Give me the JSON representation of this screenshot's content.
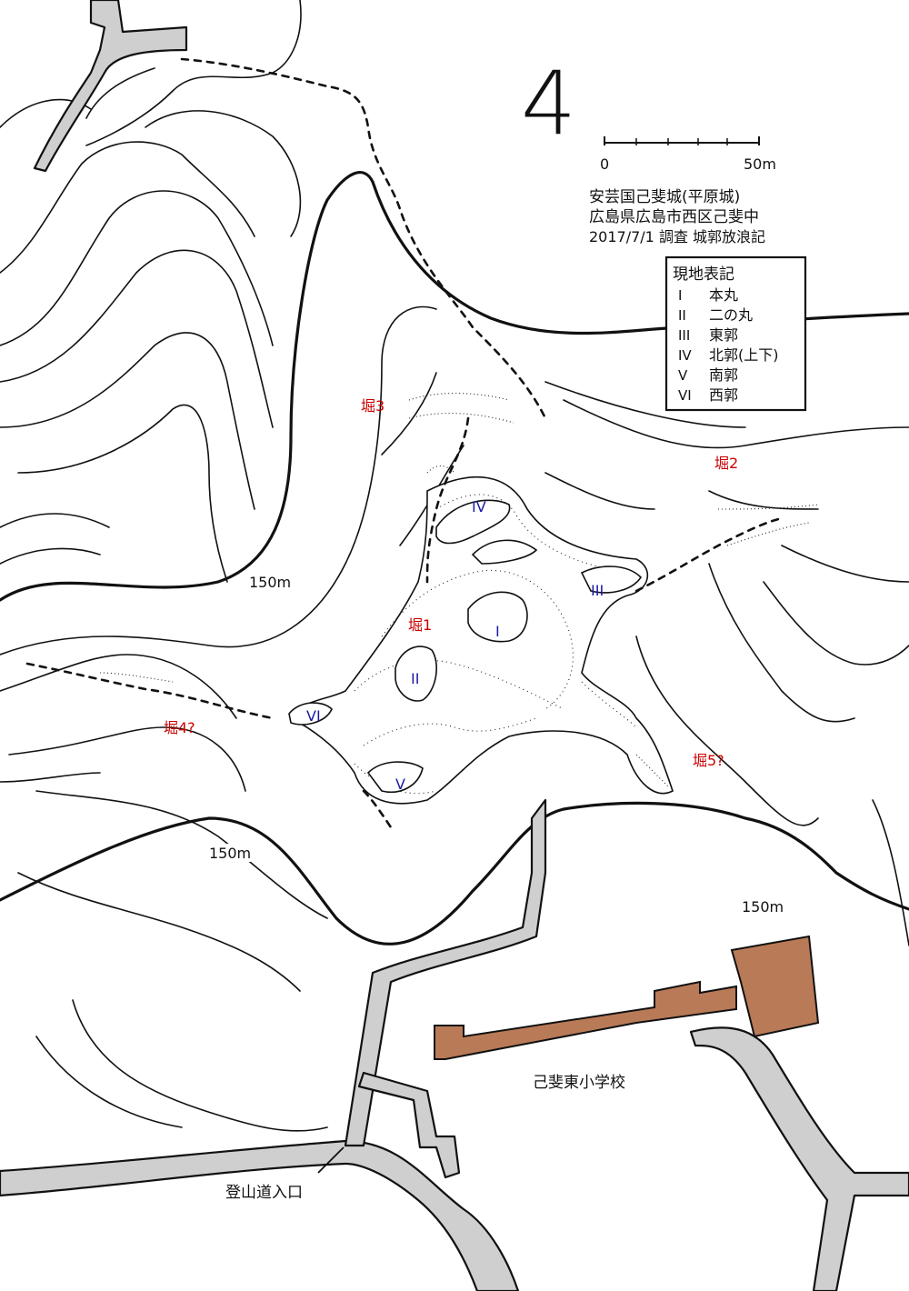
{
  "north_mark": "4",
  "scale_bar": {
    "label_start": "0",
    "label_end": "50m"
  },
  "title": {
    "line1": "安芸国己斐城(平原城)",
    "line2": "広島県広島市西区己斐中",
    "line3": "2017/7/1 調査 城郭放浪記"
  },
  "legend": {
    "header": "現地表記",
    "items": [
      {
        "numeral": "I",
        "name": "本丸"
      },
      {
        "numeral": "II",
        "name": "二の丸"
      },
      {
        "numeral": "III",
        "name": "東郭"
      },
      {
        "numeral": "IV",
        "name": "北郭(上下)"
      },
      {
        "numeral": "V",
        "name": "南郭"
      },
      {
        "numeral": "VI",
        "name": "西郭"
      }
    ]
  },
  "enclosures": {
    "i": "I",
    "ii": "II",
    "iii": "III",
    "iv": "IV",
    "v": "V",
    "vi": "VI"
  },
  "moats": {
    "m1": "堀1",
    "m2": "堀2",
    "m3": "堀3",
    "m4": "堀4?",
    "m5": "堀5?"
  },
  "elevations": {
    "e1": "150m",
    "e2": "150m",
    "e3": "150m"
  },
  "school_label": "己斐東小学校",
  "trailhead_label": "登山道入口",
  "colors": {
    "moat_label": "#cc0000",
    "enclosure_label": "#1a1aa6",
    "school_building": "#b97a57",
    "road_fill": "#cfcfcf"
  }
}
